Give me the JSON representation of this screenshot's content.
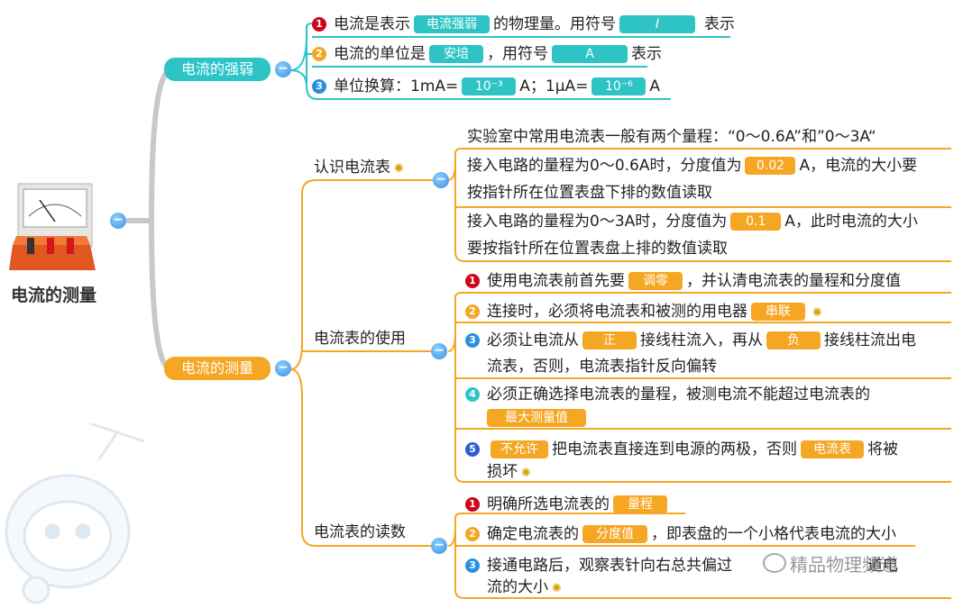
{
  "root": {
    "label": "电流的测量"
  },
  "branch1": {
    "label": "电流的强弱",
    "items": [
      {
        "num": "1",
        "pre": "电流是表示",
        "blank": "电流强弱",
        "mid": "的物理量。用符号",
        "blank2": "I",
        "post": "表示"
      },
      {
        "num": "2",
        "pre": "电流的单位是",
        "blank": "安培",
        "mid": "，用符号",
        "blank2": "A",
        "post": "表示"
      },
      {
        "num": "3",
        "pre": "单位换算：1mA=",
        "blank": "10⁻³",
        "mid": "A；1μA=",
        "blank2": "10⁻⁶",
        "post": "A"
      }
    ]
  },
  "branch2": {
    "label": "电流的测量",
    "sub1": {
      "label": "认识电流表",
      "line1": "实验室中常用电流表一般有两个量程：“0～0.6A”和”0～3A“",
      "line2a": "接入电路的量程为0～0.6A时，分度值为",
      "blank2": "0.02",
      "line2b": "A，电流的大小要",
      "line2c": "按指针所在位置表盘下排的数值读取",
      "line3a": "接入电路的量程为0～3A时，分度值为",
      "blank3": "0.1",
      "line3b": "A，此时电流的大小",
      "line3c": "要按指针所在位置表盘上排的数值读取"
    },
    "sub2": {
      "label": "电流表的使用",
      "i1_num": "1",
      "i1_pre": "使用电流表前首先要",
      "i1_blank": "调零",
      "i1_post": "，并认清电流表的量程和分度值",
      "i2_num": "2",
      "i2_pre": "连接时，必须将电流表和被测的用电器",
      "i2_blank": "串联",
      "i3_num": "3",
      "i3_pre": "必须让电流从",
      "i3_blank": "正",
      "i3_mid": "接线柱流入，再从",
      "i3_blank2": "负",
      "i3_post": "接线柱流出电",
      "i3_line2": "流表，否则，电流表指针反向偏转",
      "i4_num": "4",
      "i4_pre": "必须正确选择电流表的量程，被测电流不能超过电流表的",
      "i4_blank": "最大测量值",
      "i5_num": "5",
      "i5_blank": "不允许",
      "i5_mid": "把电流表直接连到电源的两极，否则",
      "i5_blank2": "电流表",
      "i5_post": "将被",
      "i5_line2": "损坏"
    },
    "sub3": {
      "label": "电流表的读数",
      "i1_num": "1",
      "i1_pre": "明确所选电流表的",
      "i1_blank": "量程",
      "i2_num": "2",
      "i2_pre": "确定电流表的",
      "i2_blank": "分度值",
      "i2_post": "，即表盘的一个小格代表电流的大小",
      "i3_num": "3",
      "i3_pre": "接通电路后，观察表针向右总共偏过",
      "i3_post": "道电",
      "i3_line2": "流的大小"
    }
  },
  "watermark": "精品物理频道",
  "colors": {
    "teal": "#2ec4c6",
    "orange": "#f5a623",
    "gray": "#c9c9c9"
  }
}
